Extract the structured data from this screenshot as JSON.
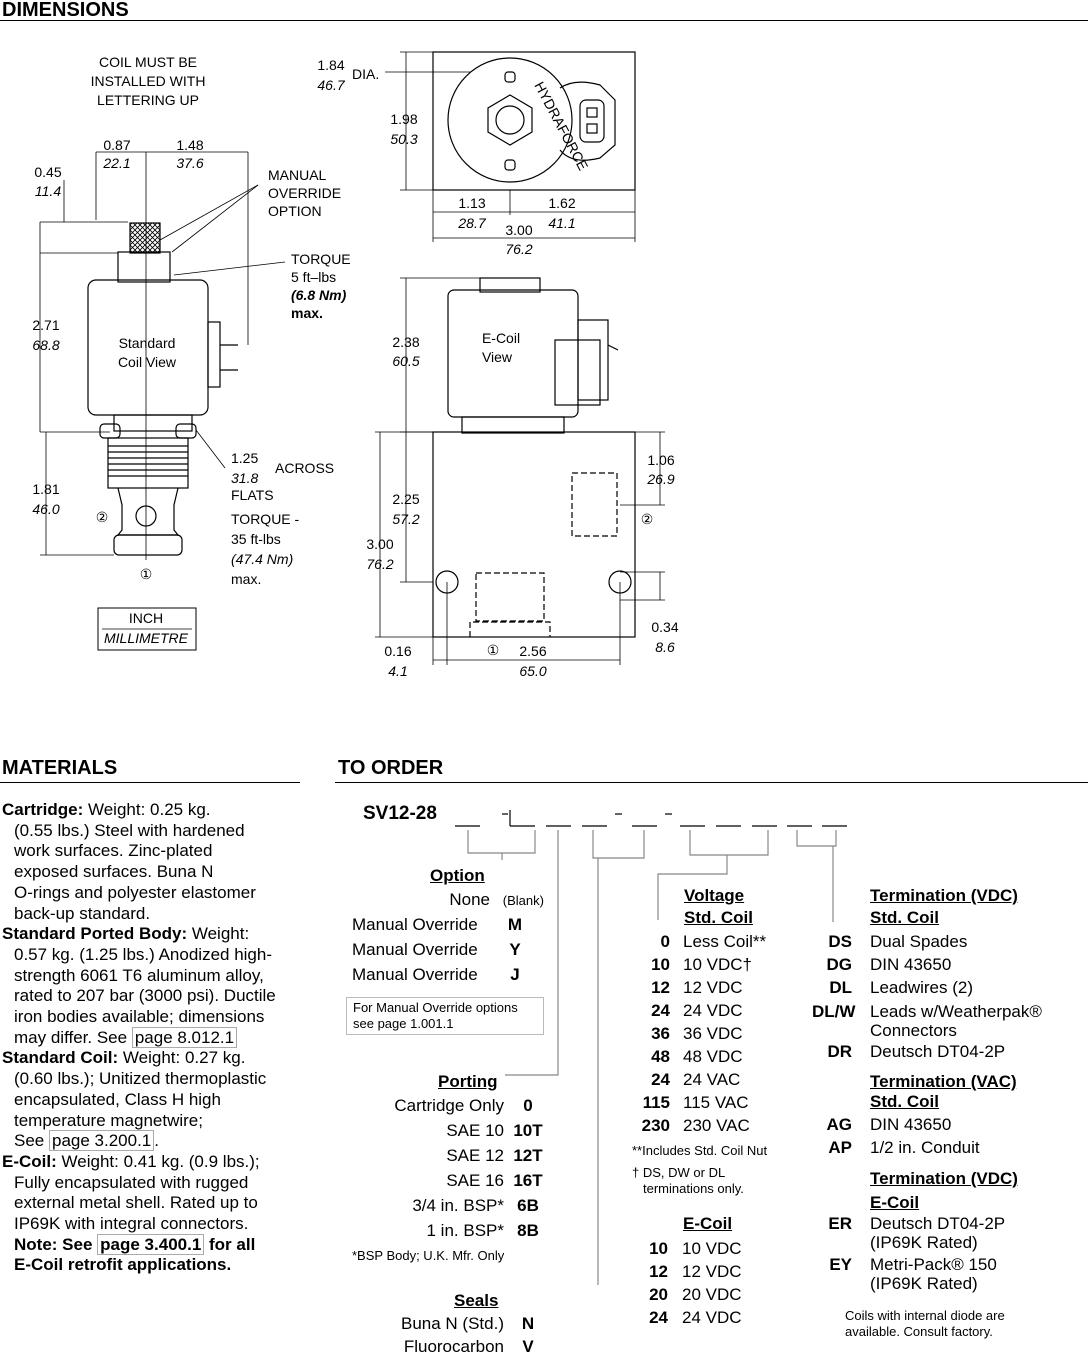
{
  "dimensions": {
    "title": "DIMENSIONS",
    "coil_note": [
      "COIL MUST BE",
      "INSTALLED WITH",
      "LETTERING UP"
    ],
    "manual_override": [
      "MANUAL",
      "OVERRIDE",
      "OPTION"
    ],
    "torque_coil": [
      "TORQUE",
      "5  ft–lbs",
      "(6.8  Nm)",
      "max."
    ],
    "across_flats": [
      "1.25",
      "31.8",
      "ACROSS",
      "FLATS"
    ],
    "torque_cartridge": [
      "TORQUE -",
      "35 ft-lbs",
      "(47.4 Nm)",
      "max."
    ],
    "standard_coil_view": [
      "Standard",
      "Coil View"
    ],
    "ecoil_view": [
      "E-Coil",
      "View"
    ],
    "dia_label": "DIA.",
    "brand": "HYDRAFORCE",
    "units_legend": [
      "INCH",
      "MILLIMETRE"
    ],
    "port1": "①",
    "port2": "②",
    "dims": [
      {
        "in": "0.87",
        "mm": "22.1"
      },
      {
        "in": "1.48",
        "mm": "37.6"
      },
      {
        "in": "0.45",
        "mm": "11.4"
      },
      {
        "in": "2.71",
        "mm": "68.8"
      },
      {
        "in": "1.81",
        "mm": "46.0"
      },
      {
        "in": "1.84",
        "mm": "46.7"
      },
      {
        "in": "1.98",
        "mm": "50.3"
      },
      {
        "in": "1.13",
        "mm": "28.7"
      },
      {
        "in": "1.62",
        "mm": "41.1"
      },
      {
        "in": "3.00",
        "mm": "76.2"
      },
      {
        "in": "2.38",
        "mm": "60.5"
      },
      {
        "in": "1.06",
        "mm": "26.9"
      },
      {
        "in": "2.25",
        "mm": "57.2"
      },
      {
        "in": "3.00",
        "mm": "76.2"
      },
      {
        "in": "0.34",
        "mm": "8.6"
      },
      {
        "in": "0.16",
        "mm": "4.1"
      },
      {
        "in": "2.56",
        "mm": "65.0"
      }
    ]
  },
  "materials": {
    "title": "MATERIALS",
    "cartridge": {
      "label": "Cartridge:",
      "lines": [
        "Weight: 0.25 kg.",
        "(0.55 lbs.) Steel with hardened",
        "work surfaces.  Zinc-plated",
        "exposed surfaces. Buna N",
        "O-rings and polyester elastomer",
        "back-up standard."
      ]
    },
    "body": {
      "label": "Standard Ported Body:",
      "lines": [
        "Weight:",
        "0.57 kg. (1.25 lbs.) Anodized high-",
        "strength 6061 T6 aluminum alloy,",
        "rated to 207 bar (3000 psi). Ductile",
        "iron bodies available; dimensions",
        "may differ. See"
      ],
      "ref": "page 8.012.1"
    },
    "coil": {
      "label": "Standard Coil:",
      "lines": [
        "Weight: 0.27 kg.",
        "(0.60 lbs.); Unitized thermoplastic",
        "encapsulated, Class H high",
        "temperature magnetwire;",
        "See"
      ],
      "ref": "page 3.200.1",
      "ref_suffix": "."
    },
    "ecoil": {
      "label": "E-Coil:",
      "lines": [
        "Weight: 0.41 kg. (0.9 lbs.);",
        "Fully encapsulated with rugged",
        "external metal shell. Rated up to",
        "IP69K with integral connectors."
      ],
      "note_prefix": "Note: See",
      "ref": "page 3.400.1",
      "note_suffix": "for all",
      "note_last": "E-Coil retrofit applications."
    }
  },
  "order": {
    "title": "TO ORDER",
    "model": "SV12-28",
    "option": {
      "title": "Option",
      "rows": [
        [
          "None",
          "(Blank)"
        ],
        [
          "Manual Override",
          "M"
        ],
        [
          "Manual Override",
          "Y"
        ],
        [
          "Manual Override",
          "J"
        ]
      ],
      "note": [
        "For Manual Override options",
        "see page 1.001.1"
      ]
    },
    "porting": {
      "title": "Porting",
      "rows": [
        [
          "Cartridge Only",
          "0"
        ],
        [
          "SAE 10",
          "10T"
        ],
        [
          "SAE 12",
          "12T"
        ],
        [
          "SAE 16",
          "16T"
        ],
        [
          "3/4 in. BSP*",
          "6B"
        ],
        [
          "1 in. BSP*",
          "8B"
        ]
      ],
      "note": "*BSP Body; U.K. Mfr. Only"
    },
    "seals": {
      "title": "Seals",
      "rows": [
        [
          "Buna N (Std.)",
          "N"
        ],
        [
          "Fluorocarbon",
          "V"
        ]
      ]
    },
    "voltage": {
      "title1": "Voltage",
      "title2": "Std. Coil",
      "rows": [
        [
          "0",
          "Less Coil**"
        ],
        [
          "10",
          "10 VDC†"
        ],
        [
          "12",
          "12 VDC"
        ],
        [
          "24",
          "24 VDC"
        ],
        [
          "36",
          "36 VDC"
        ],
        [
          "48",
          "48 VDC"
        ],
        [
          "24",
          "24 VAC"
        ],
        [
          "115",
          "115 VAC"
        ],
        [
          "230",
          "230 VAC"
        ]
      ],
      "notes": [
        "**Includes Std. Coil Nut",
        "† DS, DW or DL",
        "terminations only."
      ]
    },
    "ecoil_voltage": {
      "title": "E-Coil",
      "rows": [
        [
          "10",
          "10 VDC"
        ],
        [
          "12",
          "12 VDC"
        ],
        [
          "20",
          "20 VDC"
        ],
        [
          "24",
          "24 VDC"
        ]
      ]
    },
    "term_vdc_std": {
      "title1": "Termination (VDC)",
      "title2": "Std. Coil",
      "rows": [
        [
          "DS",
          "Dual Spades"
        ],
        [
          "DG",
          "DIN 43650"
        ],
        [
          "DL",
          "Leadwires (2)"
        ],
        [
          "DL/W",
          "Leads w/Weatherpak®"
        ],
        [
          "",
          "Connectors"
        ],
        [
          "DR",
          "Deutsch DT04-2P"
        ]
      ]
    },
    "term_vac_std": {
      "title1": "Termination (VAC)",
      "title2": "Std. Coil",
      "rows": [
        [
          "AG",
          "DIN 43650"
        ],
        [
          "AP",
          "1/2 in. Conduit"
        ]
      ]
    },
    "term_vdc_ecoil": {
      "title1": "Termination (VDC)",
      "title2": "E-Coil",
      "rows": [
        [
          "ER",
          "Deutsch DT04-2P"
        ],
        [
          "",
          "(IP69K Rated)"
        ],
        [
          "EY",
          "Metri-Pack® 150"
        ],
        [
          "",
          "(IP69K Rated)"
        ]
      ]
    },
    "diode_note": [
      "Coils with internal diode are",
      "available. Consult factory."
    ]
  }
}
